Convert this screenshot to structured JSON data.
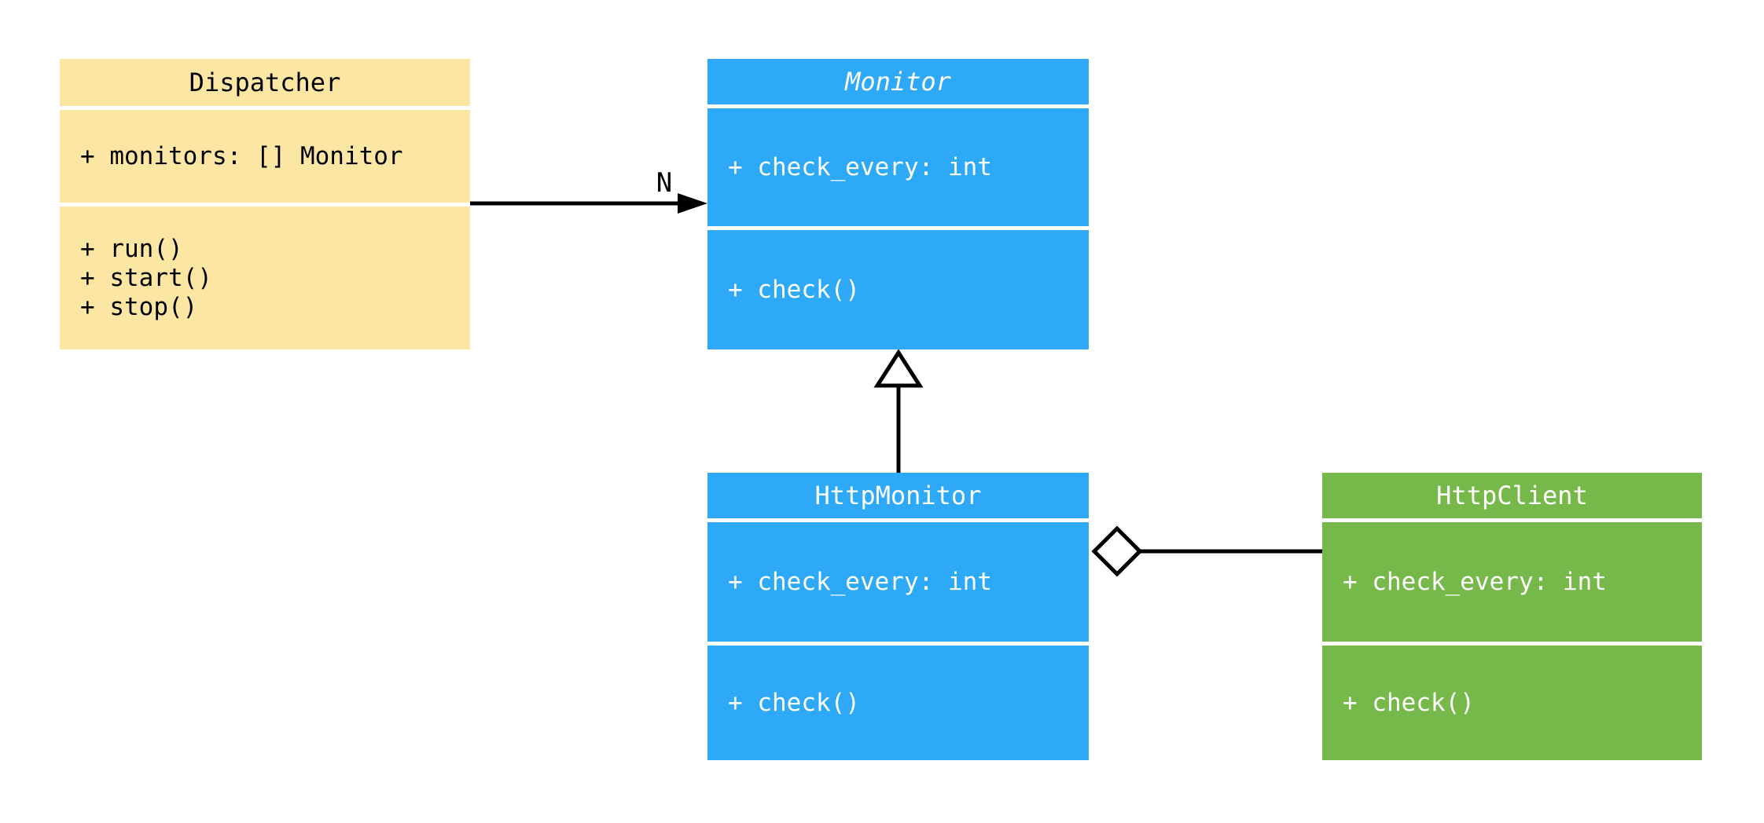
{
  "diagram": {
    "type": "uml-class-diagram",
    "background": "#FFFFFF",
    "connector_color": "#000000"
  },
  "classes": [
    {
      "name": "Dispatcher",
      "abstract": false,
      "fill": "#FBE7A3",
      "text_color": "#000000",
      "attributes": [
        "+ monitors: [] Monitor"
      ],
      "methods": [
        "+ run()",
        "+ start()",
        "+ stop()"
      ]
    },
    {
      "name": "Monitor",
      "abstract": true,
      "fill": "#2EA9F8",
      "text_color": "#FFFFFF",
      "attributes": [
        "+ check_every: int"
      ],
      "methods": [
        "+ check()"
      ]
    },
    {
      "name": "HttpMonitor",
      "abstract": false,
      "fill": "#2EA9F8",
      "text_color": "#FFFFFF",
      "attributes": [
        "+ check_every: int"
      ],
      "methods": [
        "+ check()"
      ]
    },
    {
      "name": "HttpClient",
      "abstract": false,
      "fill": "#76B84A",
      "text_color": "#FFFFFF",
      "attributes": [
        "+ check_every: int"
      ],
      "methods": [
        "+ check()"
      ]
    }
  ],
  "relationships": [
    {
      "type": "association",
      "from": "Dispatcher",
      "to": "Monitor",
      "label": "N"
    },
    {
      "type": "inheritance",
      "from": "HttpMonitor",
      "to": "Monitor",
      "label": ""
    },
    {
      "type": "aggregation",
      "from": "HttpMonitor",
      "to": "HttpClient",
      "label": ""
    }
  ]
}
